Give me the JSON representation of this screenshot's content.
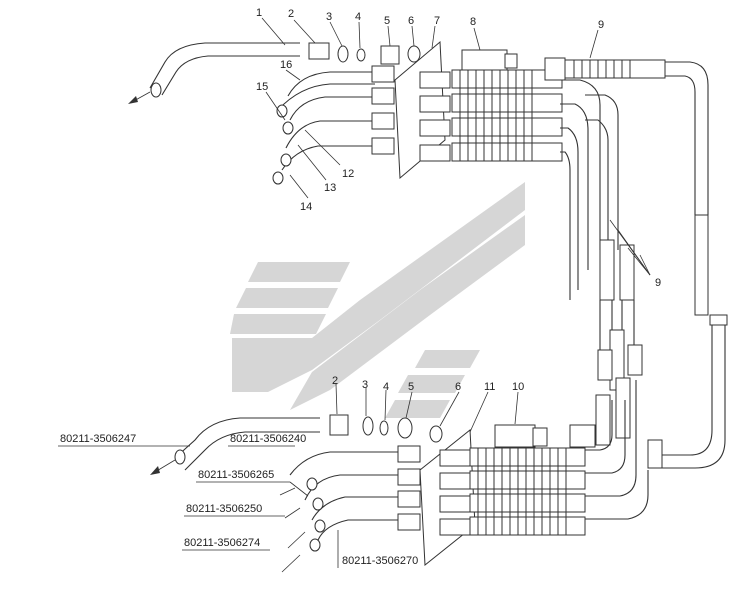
{
  "callouts_top": [
    {
      "id": "c1",
      "text": "1"
    },
    {
      "id": "c2",
      "text": "2"
    },
    {
      "id": "c3",
      "text": "3"
    },
    {
      "id": "c4",
      "text": "4"
    },
    {
      "id": "c5",
      "text": "5"
    },
    {
      "id": "c6",
      "text": "6"
    },
    {
      "id": "c7",
      "text": "7"
    },
    {
      "id": "c8",
      "text": "8"
    },
    {
      "id": "c9",
      "text": "9"
    },
    {
      "id": "c12",
      "text": "12"
    },
    {
      "id": "c13",
      "text": "13"
    },
    {
      "id": "c14",
      "text": "14"
    },
    {
      "id": "c15",
      "text": "15"
    },
    {
      "id": "c16",
      "text": "16"
    }
  ],
  "callouts_mid": {
    "nine": "9"
  },
  "callouts_bottom": {
    "two": "2",
    "three": "3",
    "four": "4",
    "five": "5",
    "six": "6",
    "ten": "10",
    "eleven": "11"
  },
  "part_numbers": {
    "p247": "80211-3506247",
    "p240": "80211-3506240",
    "p265": "80211-3506265",
    "p250": "80211-3506250",
    "p274": "80211-3506274",
    "p270": "80211-3506270"
  },
  "colors": {
    "line": "#333333",
    "watermark": "#c8c8c8",
    "background": "#ffffff"
  }
}
